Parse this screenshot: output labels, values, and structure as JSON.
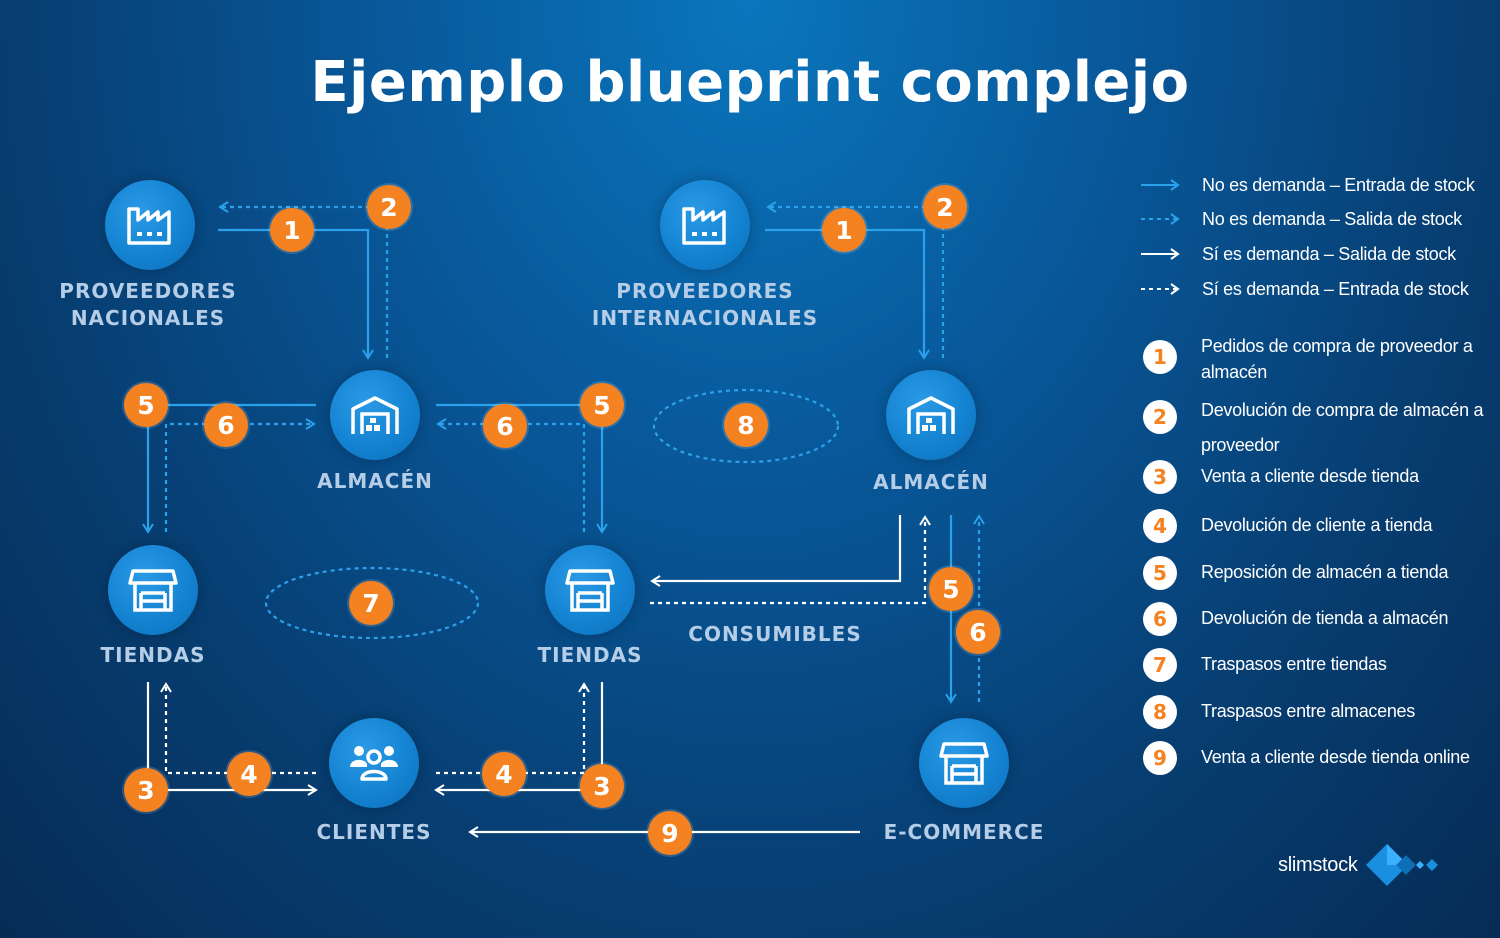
{
  "title": "Ejemplo blueprint complejo",
  "nodes": {
    "proveedores_nacionales": [
      "PROVEEDORES",
      "NACIONALES"
    ],
    "proveedores_internacionales": [
      "PROVEEDORES",
      "INTERNACIONALES"
    ],
    "almacen_left": "ALMACÉN",
    "almacen_right": "ALMACÉN",
    "tiendas_left": "TIENDAS",
    "tiendas_mid": "TIENDAS",
    "clientes": "CLIENTES",
    "ecommerce": "E-COMMERCE",
    "consumibles": "CONSUMIBLES"
  },
  "badges": {
    "b1": "1",
    "b2": "2",
    "b3": "3",
    "b4": "4",
    "b5": "5",
    "b6": "6",
    "b7": "7",
    "b8": "8",
    "b9": "9"
  },
  "legend": {
    "lines": [
      {
        "style": "solid-blue",
        "label": "No es demanda – Entrada de stock"
      },
      {
        "style": "dashed-blue",
        "label": "No es demanda – Salida de stock"
      },
      {
        "style": "solid-white",
        "label": "Sí es demanda – Salida de stock"
      },
      {
        "style": "dashed-white",
        "label": "Sí es demanda – Entrada de stock"
      }
    ],
    "numbered": [
      {
        "n": "1",
        "label": "Pedidos de compra de proveedor a almacén"
      },
      {
        "n": "2",
        "label": "Devolución de compra de almacén a proveedor"
      },
      {
        "n": "3",
        "label": "Venta a cliente desde tienda"
      },
      {
        "n": "4",
        "label": "Devolución de cliente a tienda"
      },
      {
        "n": "5",
        "label": "Reposición de almacén a tienda"
      },
      {
        "n": "6",
        "label": "Devolución de tienda a almacén"
      },
      {
        "n": "7",
        "label": "Traspasos entre tiendas"
      },
      {
        "n": "8",
        "label": "Traspasos entre almacenes"
      },
      {
        "n": "9",
        "label": "Venta a cliente desde tienda online"
      }
    ]
  },
  "brand": "slimstock",
  "colors": {
    "accent": "#f58220",
    "blue_line": "#2aa1ea",
    "white_line": "#ffffff",
    "node": "#1483d2"
  },
  "icons": {
    "proveedores": "factory-icon",
    "almacen": "warehouse-icon",
    "tiendas": "store-icon",
    "clientes": "people-icon",
    "ecommerce": "store-icon"
  }
}
